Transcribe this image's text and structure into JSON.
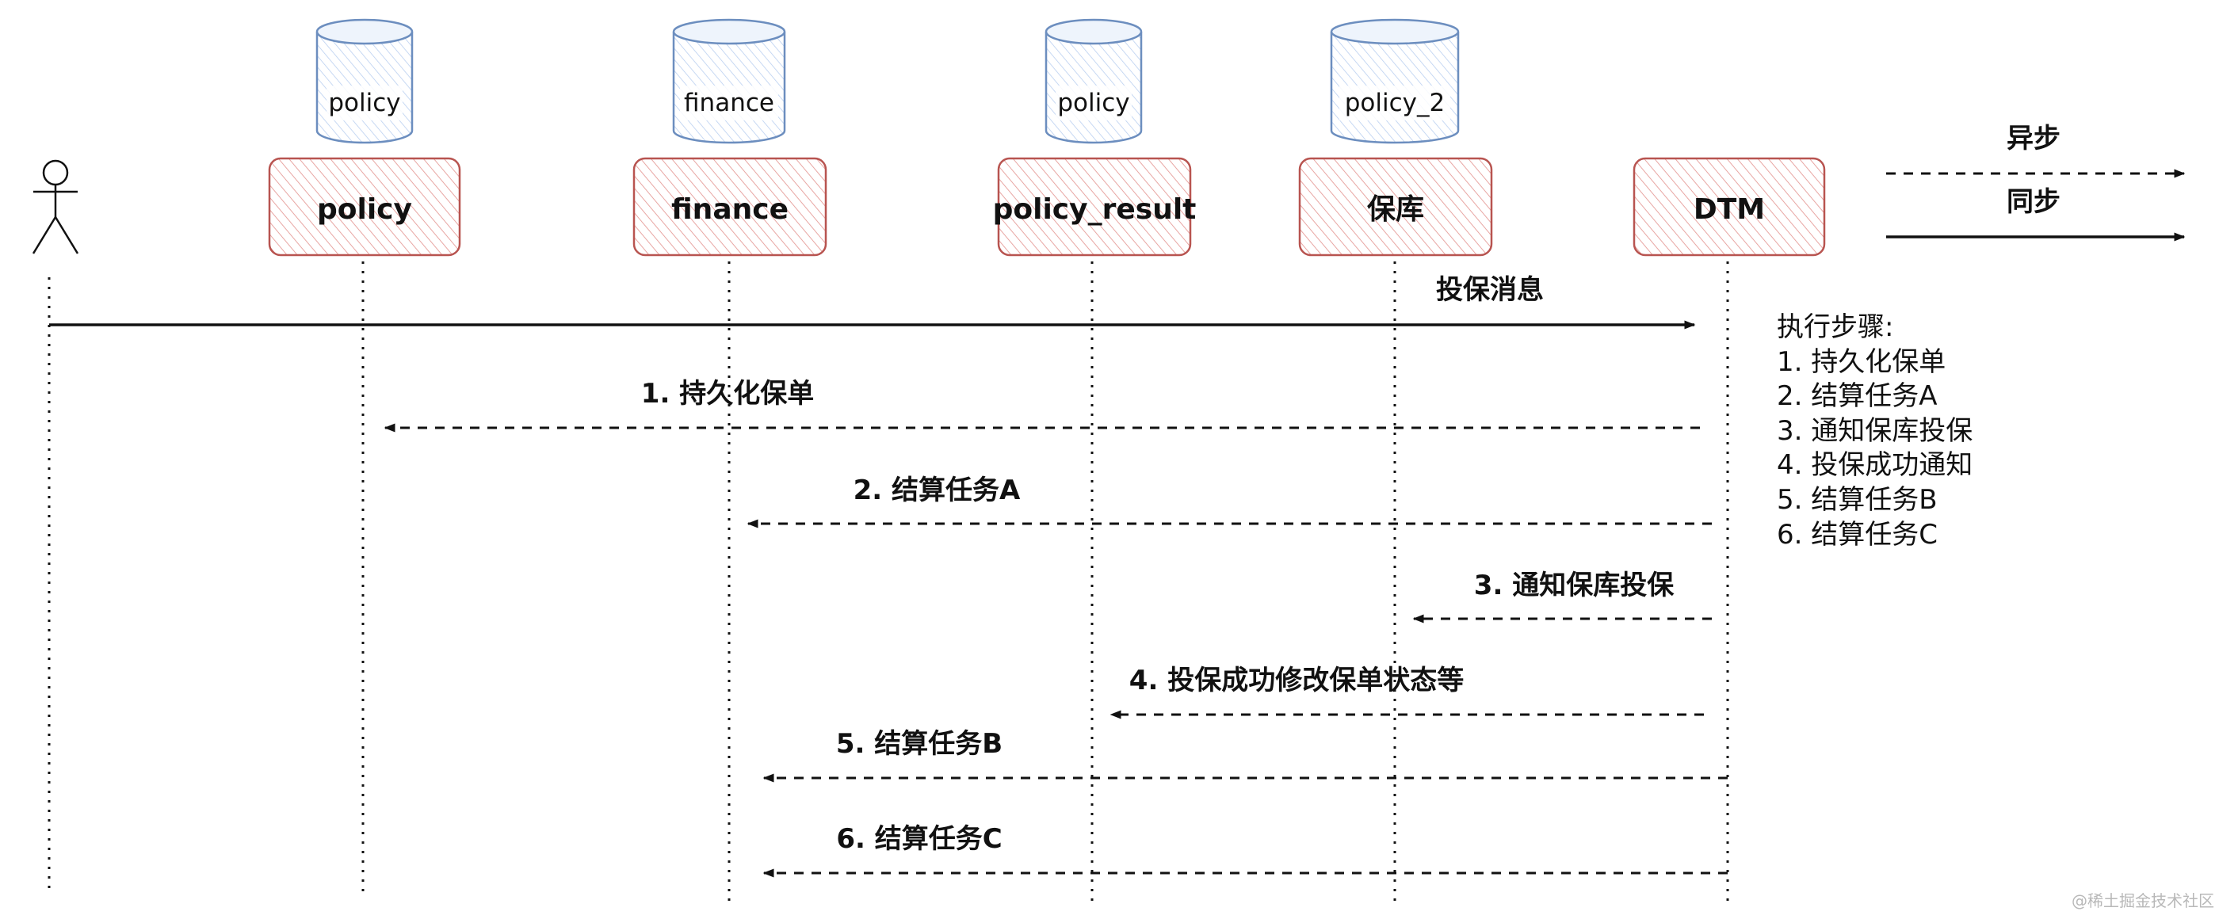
{
  "actor": {
    "name": "",
    "icon": "stick-figure-icon"
  },
  "databases": [
    {
      "id": "db-policy",
      "label": "policy"
    },
    {
      "id": "db-finance",
      "label": "finance"
    },
    {
      "id": "db-policy-2",
      "label": "policy"
    },
    {
      "id": "db-policy_2",
      "label": "policy_2"
    }
  ],
  "services": [
    {
      "id": "svc-policy",
      "label": "policy"
    },
    {
      "id": "svc-finance",
      "label": "finance"
    },
    {
      "id": "svc-policy-result",
      "label": "policy_result"
    },
    {
      "id": "svc-baoku",
      "label": "保库"
    },
    {
      "id": "svc-dtm",
      "label": "DTM"
    }
  ],
  "messages": [
    {
      "label": "投保消息",
      "from": "actor",
      "to": "svc-dtm",
      "style": "sync"
    },
    {
      "label": "1. 持久化保单",
      "from": "svc-dtm",
      "to": "svc-policy",
      "style": "async"
    },
    {
      "label": "2. 结算任务A",
      "from": "svc-dtm",
      "to": "svc-finance",
      "style": "async"
    },
    {
      "label": "3. 通知保库投保",
      "from": "svc-dtm",
      "to": "svc-baoku",
      "style": "async"
    },
    {
      "label": "4. 投保成功修改保单状态等",
      "from": "svc-dtm",
      "to": "svc-policy-result",
      "style": "async"
    },
    {
      "label": "5. 结算任务B",
      "from": "svc-dtm",
      "to": "svc-finance",
      "style": "async"
    },
    {
      "label": "6. 结算任务C",
      "from": "svc-dtm",
      "to": "svc-finance",
      "style": "async"
    }
  ],
  "legend": {
    "async_label": "异步",
    "sync_label": "同步"
  },
  "steps": {
    "title": "执行步骤:",
    "items": [
      "1. 持久化保单",
      "2. 结算任务A",
      "3. 通知保库投保",
      "4. 投保成功通知",
      "5. 结算任务B",
      "6. 结算任务C"
    ]
  },
  "watermark": "@稀土掘金技术社区",
  "colors": {
    "db_stroke": "#6c8ebf",
    "db_fill": "#dae8fc",
    "svc_stroke": "#b85450",
    "svc_fill": "#f8cecc",
    "line": "#111111"
  }
}
